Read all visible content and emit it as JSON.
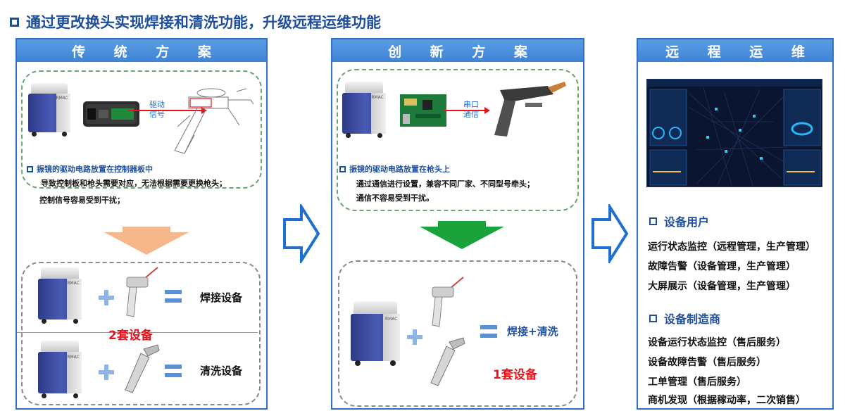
{
  "header": {
    "title": "通过更改换头实现焊接和清洗功能，升级远程运维功能"
  },
  "traditional": {
    "heading": "传 统 方 案",
    "signal_label_1": "驱动",
    "signal_label_2": "信号",
    "point_title": "振镜的驱动电路放置在控制器板中",
    "point_line1": "导致控制板和枪头需要对应，无法根据需要更换枪头；",
    "point_line2": "控制信号容易受到干扰；",
    "result_welding": "焊接设备",
    "result_cleaning": "清洗设备",
    "count_label": "2套设备",
    "machine_brand": "RMAC"
  },
  "innovation": {
    "heading": "创 新 方 案",
    "signal_label_1": "串口",
    "signal_label_2": "通信",
    "point_title": "振镜的驱动电路放置在枪头上",
    "point_line1": "通过通信进行设置，兼容不同厂家、不同型号牵头；",
    "point_line2": "通信不容易受到干扰。",
    "result_label": "焊接+清洗",
    "count_label": "1套设备",
    "machine_brand": "RMAC"
  },
  "remote": {
    "heading": "远 程 运 维",
    "users_heading": "设备用户",
    "users_items": [
      "运行状态监控（远程管理，生产管理）",
      "故障告警（设备管理，生产管理）",
      "大屏展示（设备管理，生产管理）"
    ],
    "makers_heading": "设备制造商",
    "makers_items": [
      "设备运行状态监控（售后服务）",
      "设备故障告警（售后服务）",
      "工单管理（售后服务）",
      "商机发现（根据稼动率，二次销售）"
    ]
  },
  "colors": {
    "accent": "#1f4e9c",
    "header_bar": "#3f83d6",
    "arrow_orange": "#f6b88a",
    "arrow_green": "#1aa33a",
    "highlight_red": "#e8121a"
  }
}
